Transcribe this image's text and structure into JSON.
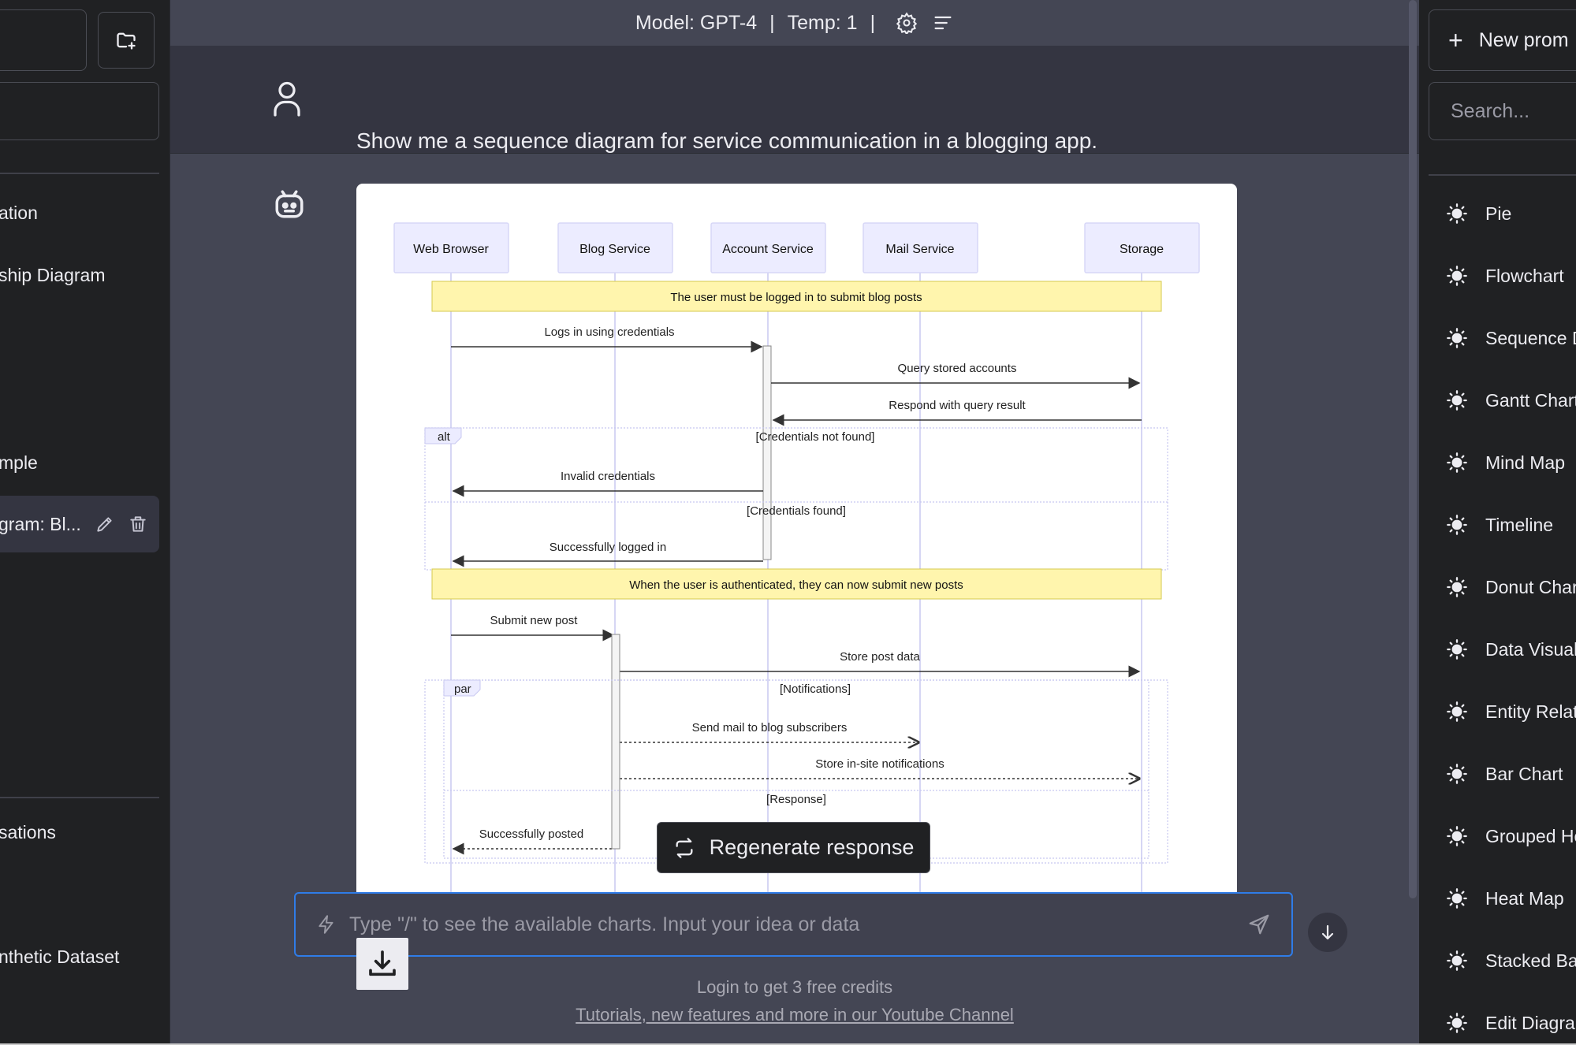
{
  "header": {
    "model_label": "Model: GPT-4",
    "temp_label": "Temp: 1"
  },
  "left_sidebar": {
    "items": [
      {
        "label": "ation"
      },
      {
        "label": "ship Diagram"
      },
      {
        "label": "mple"
      },
      {
        "label": "gram: Bl..."
      },
      {
        "label": "sations"
      },
      {
        "label": "nthetic Dataset"
      }
    ]
  },
  "chat": {
    "user_message": "Show me a sequence diagram for service communication in a blogging app."
  },
  "diagram": {
    "participants": [
      "Web Browser",
      "Blog Service",
      "Account Service",
      "Mail Service",
      "Storage"
    ],
    "notes": [
      "The user must be logged in to submit blog posts",
      "When the user is authenticated, they can now submit new posts"
    ],
    "messages": [
      "Logs in using credentials",
      "Query stored accounts",
      "Respond with query result",
      "Invalid credentials",
      "Successfully logged in",
      "Submit new post",
      "Store post data",
      "Send mail to blog subscribers",
      "Store in-site notifications",
      "Successfully posted"
    ],
    "fragments": [
      "alt",
      "par"
    ],
    "conditions": [
      "[Credentials not found]",
      "[Credentials found]",
      "[Notifications]",
      "[Response]"
    ]
  },
  "actions": {
    "regenerate_label": "Regenerate response"
  },
  "input": {
    "placeholder": "Type \"/\" to see the available charts. Input your idea or data"
  },
  "footer": {
    "credits_text": "Login to get 3 free credits",
    "link_text": "Tutorials, new features and more in our Youtube Channel"
  },
  "right_sidebar": {
    "new_prompt_label": "New prom",
    "search_placeholder": "Search...",
    "prompts": [
      "Pie",
      "Flowchart",
      "Sequence D",
      "Gantt Chart",
      "Mind Map",
      "Timeline",
      "Donut Char",
      "Data Visual",
      "Entity Relat",
      "Bar Chart",
      "Grouped He",
      "Heat Map",
      "Stacked Ba",
      "Edit Diagrar"
    ]
  },
  "colors": {
    "input_focus": "#2f7ce8",
    "note_fill": "#fff5ad",
    "actor_fill": "#ececff"
  }
}
